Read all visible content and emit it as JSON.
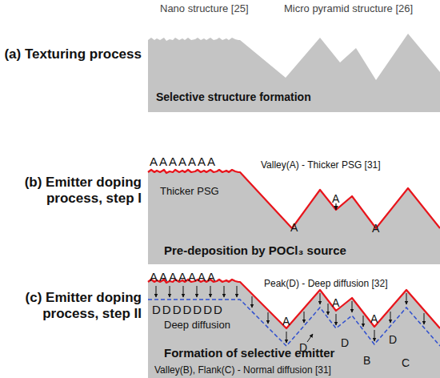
{
  "diagram": {
    "labels": [
      "Nano structure [25]",
      "Micro pyramid structure [26]",
      "(a) Texturing process",
      "Selective structure formation",
      "(b) Emitter doping process, step I",
      "AAAAAAA",
      "Valley(A) - Thicker PSG [31]",
      "Thicker PSG",
      "A",
      "A",
      "A",
      "Pre-deposition by POCl₃ source",
      "(c) Emitter doping process, step II",
      "AAAAAAA",
      "Peak(D) - Deep diffusion [32]",
      "DDDDDDD",
      "Deep diffusion",
      "A",
      "A",
      "A",
      "D",
      "D",
      "D",
      "B",
      "C",
      "Formation of selective emitter",
      "Valley(B), Flank(C) - Normal diffusion [31]"
    ]
  }
}
